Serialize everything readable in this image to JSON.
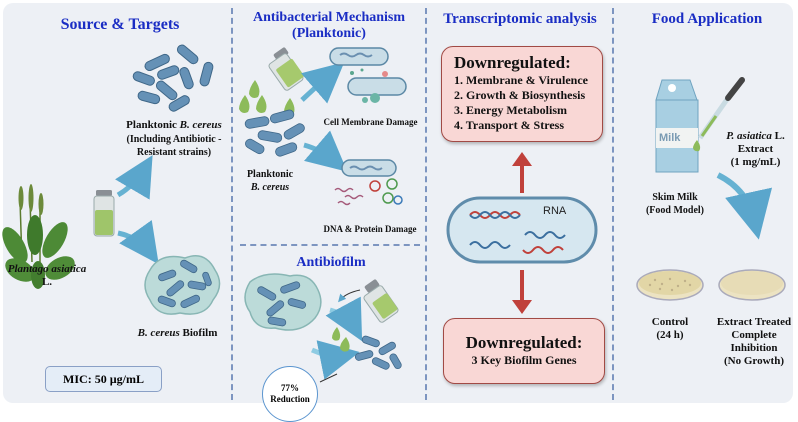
{
  "panels": {
    "source": {
      "title": "Source & Targets",
      "plant_label_italic": "Plantago asiatica",
      "plant_label_suffix": " L.",
      "planktonic_label_prefix": "Planktonic ",
      "planktonic_label_italic": "B. cereus",
      "planktonic_sub": "(Including Antibiotic - Resistant strains)",
      "biofilm_label_italic": "B. cereus",
      "biofilm_label_suffix": " Biofilm",
      "mic": "MIC: 50 µg/mL"
    },
    "mechanism": {
      "title": "Antibacterial Mechanism (Planktonic)",
      "cell_damage": "Cell Membrane Damage",
      "planktonic_label": "Planktonic",
      "planktonic_italic": "B. cereus",
      "dna_damage": "DNA & Protein Damage",
      "antibiofilm_title": "Antibiofilm",
      "reduction_value": "77%",
      "reduction_label": "Reduction"
    },
    "transcriptomic": {
      "title": "Transcriptomic analysis",
      "top_box": {
        "heading": "Downregulated:",
        "items": [
          "1. Membrane & Virulence",
          "2. Growth & Biosynthesis",
          "3. Energy Metabolism",
          "4. Transport & Stress"
        ]
      },
      "rna_label": "RNA",
      "bottom_box": {
        "heading": "Downregulated:",
        "sub": "3 Key Biofilm Genes"
      }
    },
    "food": {
      "title": "Food Application",
      "milk_text": "Milk",
      "extract_italic": "P. asiatica",
      "extract_suffix": " L.",
      "extract_line2": "Extract",
      "extract_line3": "(1 mg/mL)",
      "skim_line1": "Skim Milk",
      "skim_line2": "(Food Model)",
      "control_line1": "Control",
      "control_line2": "(24 h)",
      "treated_lines": [
        "Extract Treated",
        "Complete",
        "Inhibition",
        "(No Growth)"
      ]
    }
  },
  "colors": {
    "title_blue": "#1a2dc4",
    "bacteria_blue": "#5f8fb5",
    "box_pink": "#f9d7d5",
    "arrow_red": "#c0413b",
    "arrow_teal": "#66b2d2",
    "extract_green": "#8dbb5a"
  }
}
